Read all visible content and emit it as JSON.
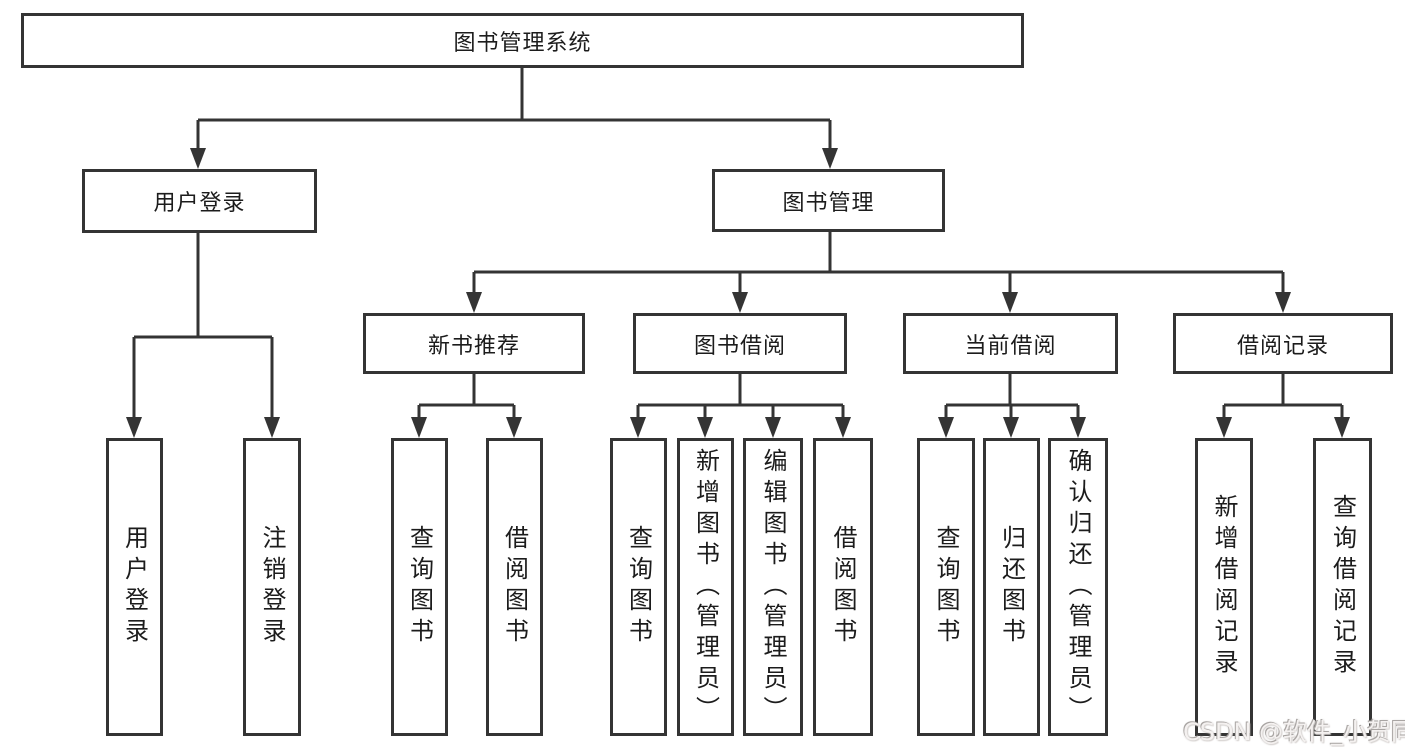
{
  "tree": {
    "root": {
      "label": "图书管理系统"
    },
    "branches": [
      {
        "label": "用户登录",
        "children": [
          {
            "label": "用户登录"
          },
          {
            "label": "注销登录"
          }
        ]
      },
      {
        "label": "图书管理",
        "children": [
          {
            "label": "新书推荐",
            "children": [
              {
                "label": "查询图书"
              },
              {
                "label": "借阅图书"
              }
            ]
          },
          {
            "label": "图书借阅",
            "children": [
              {
                "label": "查询图书"
              },
              {
                "label": "新增图书（管理员）"
              },
              {
                "label": "编辑图书（管理员）"
              },
              {
                "label": "借阅图书"
              }
            ]
          },
          {
            "label": "当前借阅",
            "children": [
              {
                "label": "查询图书"
              },
              {
                "label": "归还图书"
              },
              {
                "label": "确认归还（管理员）"
              }
            ]
          },
          {
            "label": "借阅记录",
            "children": [
              {
                "label": "新增借阅记录"
              },
              {
                "label": "查询借阅记录"
              }
            ]
          }
        ]
      }
    ]
  },
  "colors": {
    "line": "#343434",
    "text": "#1c1c1c",
    "background": "#ffffff"
  },
  "watermark": {
    "text": "CSDN @软件_小贺同学"
  }
}
